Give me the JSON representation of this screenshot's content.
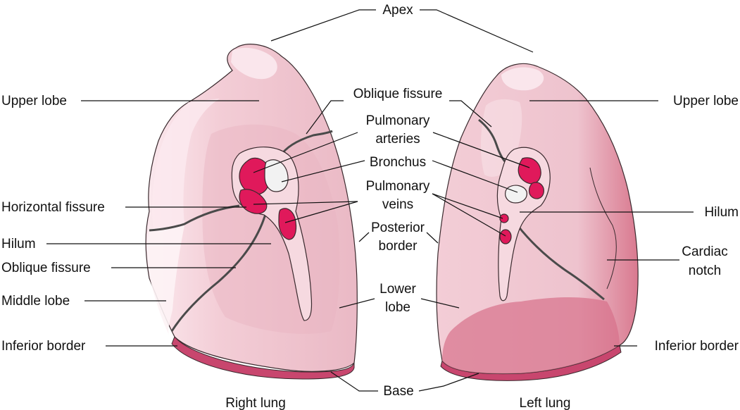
{
  "labels": {
    "apex": "Apex",
    "base": "Base",
    "right_lung": "Right lung",
    "left_lung": "Left lung",
    "right": {
      "upper_lobe": "Upper lobe",
      "horizontal_fissure": "Horizontal fissure",
      "hilum": "Hilum",
      "oblique_fissure": "Oblique fissure",
      "middle_lobe": "Middle lobe",
      "inferior_border": "Inferior border"
    },
    "center": {
      "oblique_fissure": "Oblique fissure",
      "pulmonary_arteries_1": "Pulmonary",
      "pulmonary_arteries_2": "arteries",
      "bronchus": "Bronchus",
      "pulmonary_veins_1": "Pulmonary",
      "pulmonary_veins_2": "veins",
      "posterior_border_1": "Posterior",
      "posterior_border_2": "border",
      "lower_lobe_1": "Lower",
      "lower_lobe_2": "lobe"
    },
    "left": {
      "upper_lobe": "Upper lobe",
      "hilum": "Hilum",
      "cardiac_notch_1": "Cardiac",
      "cardiac_notch_2": "notch",
      "inferior_border": "Inferior border"
    }
  },
  "colors": {
    "lung_fill": "#f3cdd6",
    "lung_shade": "#e7a9b8",
    "lung_highlight": "#fbe9ee",
    "outline": "#3a2a2e",
    "fissure": "#4a4a4a",
    "artery": "#e0195b",
    "base_edge": "#c8466e",
    "bronchus": "#f2f2f2"
  }
}
